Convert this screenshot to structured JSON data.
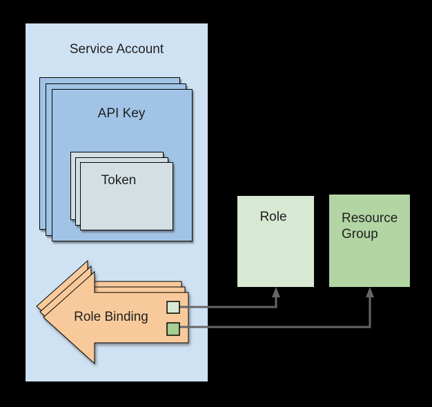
{
  "nodes": {
    "service_account": {
      "label": "Service Account",
      "type": "container"
    },
    "api_key": {
      "label": "API Key",
      "stack_count": 3
    },
    "token": {
      "label": "Token",
      "stack_count": 3
    },
    "role_binding": {
      "label": "Role Binding",
      "stack_count": 3,
      "shape": "left-block-arrow"
    },
    "role": {
      "label": "Role"
    },
    "resource_group": {
      "label": "Resource Group"
    }
  },
  "connectors": [
    {
      "from": "role-binding-port-role",
      "to": "role",
      "style": "elbow-up-arrow"
    },
    {
      "from": "role-binding-port-resource-group",
      "to": "resource_group",
      "style": "elbow-up-arrow"
    }
  ],
  "colors": {
    "bg": "#000000",
    "container": "#cfe2f3",
    "apikey": "#a1c4e6",
    "token": "#d3dfe2",
    "arrow": "#f8ca9b",
    "role": "#d7e9d2",
    "rgroup": "#b2d5a3",
    "portgreen": "#a6cd92",
    "connector": "#666666",
    "text": "#202020"
  }
}
